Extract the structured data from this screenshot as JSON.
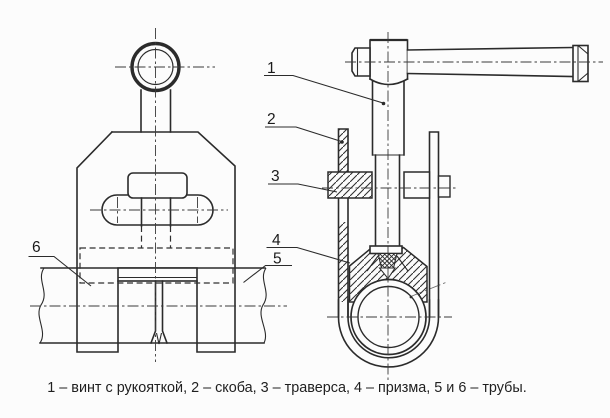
{
  "diagram": {
    "caption": "1 – винт с рукояткой, 2 – скоба, 3 – траверса, 4 – призма, 5 и 6 – трубы.",
    "callouts": [
      "1",
      "2",
      "3",
      "4",
      "5",
      "6"
    ],
    "colors": {
      "line": "#2b2b2b",
      "background": "#fcfcfc",
      "text": "#1f1f1f"
    }
  }
}
